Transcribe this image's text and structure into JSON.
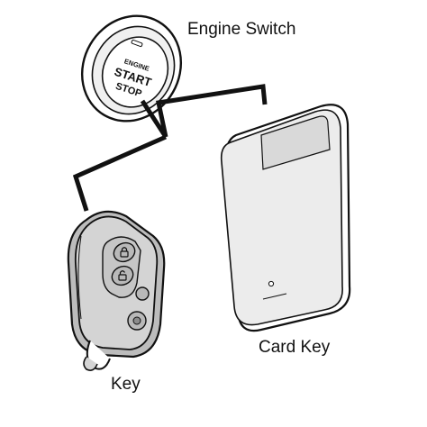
{
  "labels": {
    "engine_switch": "Engine Switch",
    "card_key": "Card Key",
    "key": "Key"
  },
  "button_text": {
    "line1": "ENGINE",
    "line2": "START",
    "line3": "STOP"
  },
  "colors": {
    "ink": "#111111",
    "card_fill": "#ececec",
    "fob_fill": "#d4d4d4",
    "button_fill": "#b9b9b9"
  }
}
